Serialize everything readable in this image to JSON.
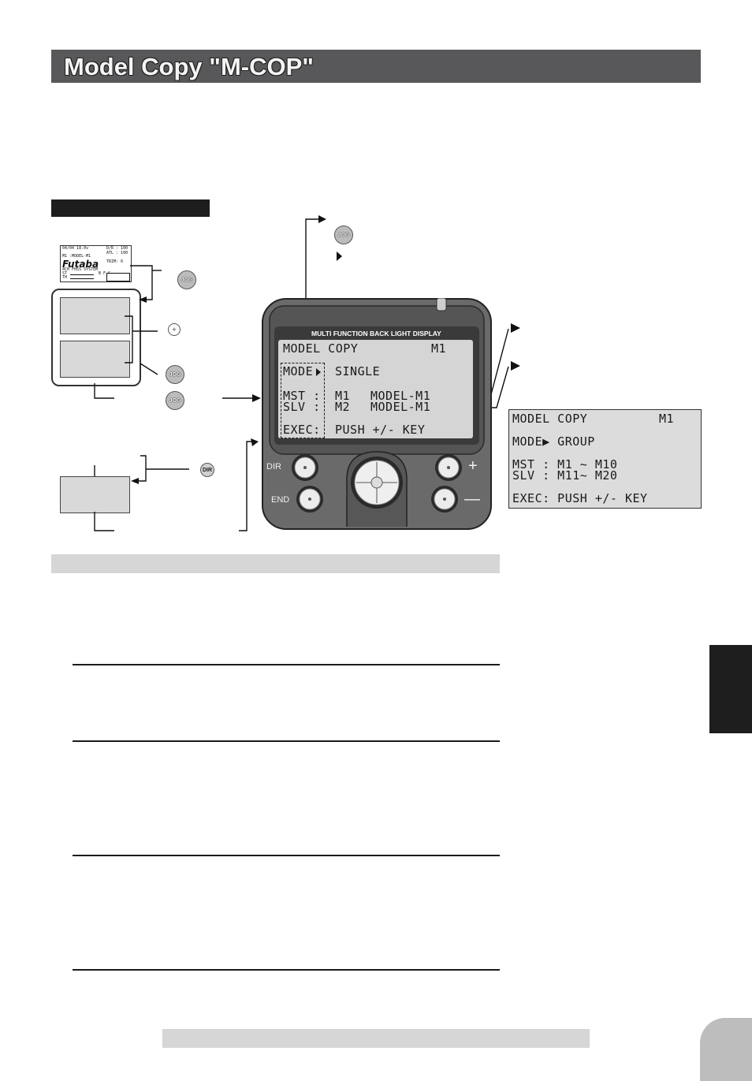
{
  "page": {
    "title": "Model Copy \"M-COP\""
  },
  "icons": {
    "jog_label": "JOG",
    "plus_label": "+",
    "dir_label": "DIR"
  },
  "mini_screen": {
    "line1": "04/04 18.0v",
    "line1_right": "D/R : 100",
    "line1_right2": "ATL : 100",
    "line2": "M1 :MODEL-M1",
    "logo": "Futaba",
    "line3": "TRIM:  0",
    "line4": "4CH FHSS SYSTEM",
    "line5": "ST",
    "line6": "TH",
    "letters": "B  F  S"
  },
  "device": {
    "labels": "MULTI  FUNCTION  BACK  LIGHT  DISPLAY",
    "lcd": {
      "row1_left": "MODEL COPY",
      "row1_right": "M1",
      "row2_label": "MODE",
      "row2_value": "SINGLE",
      "row3_label": "MST :",
      "row3_model": "M1",
      "row3_name": "MODEL-M1",
      "row4_label": "SLV :",
      "row4_model": "M2",
      "row4_name": "MODEL-M1",
      "row5_label": "EXEC:",
      "row5_value": "PUSH +/- KEY"
    },
    "buttons": {
      "dir": "DIR",
      "end": "END",
      "plus": "+",
      "minus": "—"
    }
  },
  "group_lcd": {
    "row1_left": "MODEL COPY",
    "row1_right": "M1",
    "row2": "MODE▶ GROUP",
    "row3": "MST : M1 ~ M10",
    "row4": "SLV : M11~ M20",
    "row5": "EXEC: PUSH +/- KEY"
  },
  "colors": {
    "title_bar": "#58585a",
    "device_body": "#606060",
    "lcd_bg": "#d5d5d5",
    "section_gray": "#d6d6d6"
  }
}
